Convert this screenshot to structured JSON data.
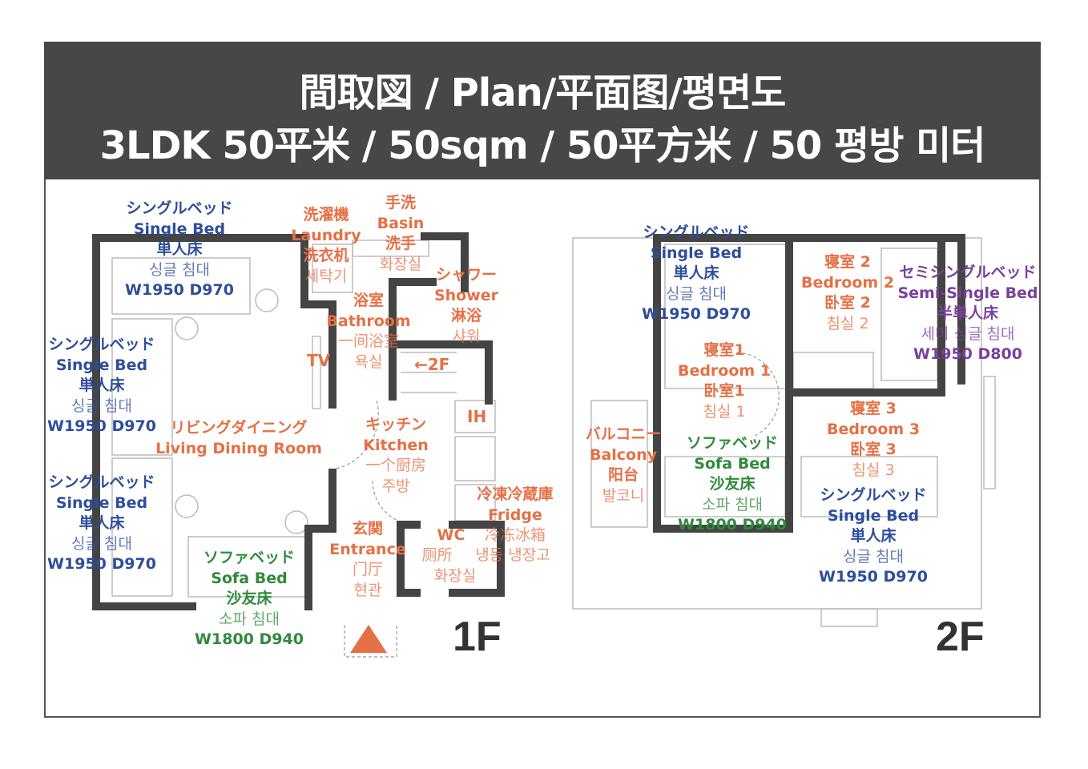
{
  "header": {
    "line1": "間取図 / Plan/平面图/평면도",
    "line2": "3LDK 50平米 / 50sqm / 50平方米 / 50 평방 미터"
  },
  "colors": {
    "header_bg": "#474747",
    "blue": "#2c4e9c",
    "orange": "#e57045",
    "green": "#2f8a3a",
    "purple": "#7a3f9e"
  },
  "floor1": {
    "label": "1F",
    "bed_top": [
      "シングルベッド",
      "Single Bed",
      "単人床",
      "싱글 침대",
      "W1950 D970"
    ],
    "bed_left1": [
      "シングルベッド",
      "Single Bed",
      "単人床",
      "싱글 침대",
      "W1950 D970"
    ],
    "bed_left2": [
      "シングルベッド",
      "Single Bed",
      "単人床",
      "싱글 침대",
      "W1950 D970"
    ],
    "sofa": [
      "ソファベッド",
      "Sofa Bed",
      "沙友床",
      "소파 침대",
      "W1800 D940"
    ],
    "living": [
      "リビングダイニング",
      "Living Dining Room"
    ],
    "tv": "TV",
    "laundry": [
      "洗濯機",
      "Laundry",
      "洗衣机",
      "세탁기"
    ],
    "basin": [
      "手洗",
      "Basin",
      "洗手",
      "화장실"
    ],
    "bathroom": [
      "浴室",
      "Bathroom",
      "一间浴室",
      "욕실"
    ],
    "shower": [
      "シャワー",
      "Shower",
      "淋浴",
      "샤워"
    ],
    "stairs": "←2F",
    "ih": "IH",
    "kitchen": [
      "キッチン",
      "Kitchen",
      "一个厨房",
      "주방"
    ],
    "fridge": [
      "冷凍冷蔵庫",
      "Fridge",
      "冷冻冰箱",
      "냉동 냉장고"
    ],
    "wc": [
      "WC",
      "厕所",
      "화장실"
    ],
    "entrance": [
      "玄関",
      "Entrance",
      "门厅",
      "현관"
    ]
  },
  "floor2": {
    "label": "2F",
    "bed1": [
      "シングルベッド",
      "Single Bed",
      "単人床",
      "싱글 침대",
      "W1950 D970"
    ],
    "bedroom2": [
      "寝室 2",
      "Bedroom 2",
      "卧室 2",
      "침실 2"
    ],
    "semi": [
      "セミシングルベッド",
      "Semi-Single Bed",
      "半単人床",
      "세미 싱글 침대",
      "W1950 D800"
    ],
    "bedroom1": [
      "寝室1",
      "Bedroom 1",
      "卧室1",
      "침실 1"
    ],
    "balcony": [
      "バルコニー",
      "Balcony",
      "阳台",
      "발코니"
    ],
    "sofa": [
      "ソファベッド",
      "Sofa Bed",
      "沙友床",
      "소파 침대",
      "W1800 D940"
    ],
    "bedroom3": [
      "寝室 3",
      "Bedroom 3",
      "卧室 3",
      "침실 3"
    ],
    "bed2": [
      "シングルベッド",
      "Single Bed",
      "単人床",
      "싱글 침대",
      "W1950 D970"
    ]
  }
}
